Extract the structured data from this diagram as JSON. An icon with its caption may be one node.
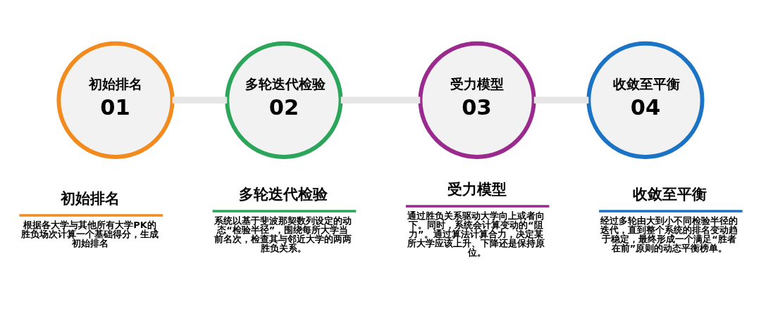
{
  "diagram": {
    "nodes": [
      {
        "text": [
          "初始排名",
          "01"
        ],
        "beside": [
          "初始排名",
          "根据各大学与其他所有大学PK的胜负场次计算一个基础得分，生成初始排名"
        ]
      },
      {
        "text": [
          "多轮迭代检验",
          "02"
        ],
        "beside": [
          "多轮迭代检验",
          "系统以基于斐波那契数列设定的动态“检验半径”，围绕每所大学当前名次，检查其与邻近大学的两两胜负关系。"
        ]
      },
      {
        "text": [
          "受力模型",
          "03"
        ],
        "beside": [
          "受力模型",
          "通过胜负关系驱动大学向上或者向下。同时，系统会计算变动的“阻力”。通过算法计算合力，决定某所大学应该上升、下降还是保持原位。"
        ]
      },
      {
        "text": [
          "收敛至平衡",
          "04"
        ],
        "beside": [
          "收敛至平衡",
          "经过多轮由大到小不同检验半径的迭代，直到整个系统的排名变动趋于稳定，最终形成一个满足“胜者在前”原则的动态平衡榜单。"
        ]
      }
    ],
    "edges": [
      {
        "from": 0,
        "to": 1,
        "arrow": "none"
      },
      {
        "from": 1,
        "to": 2,
        "arrow": "none"
      },
      {
        "from": 2,
        "to": 3,
        "arrow": "none"
      }
    ]
  }
}
